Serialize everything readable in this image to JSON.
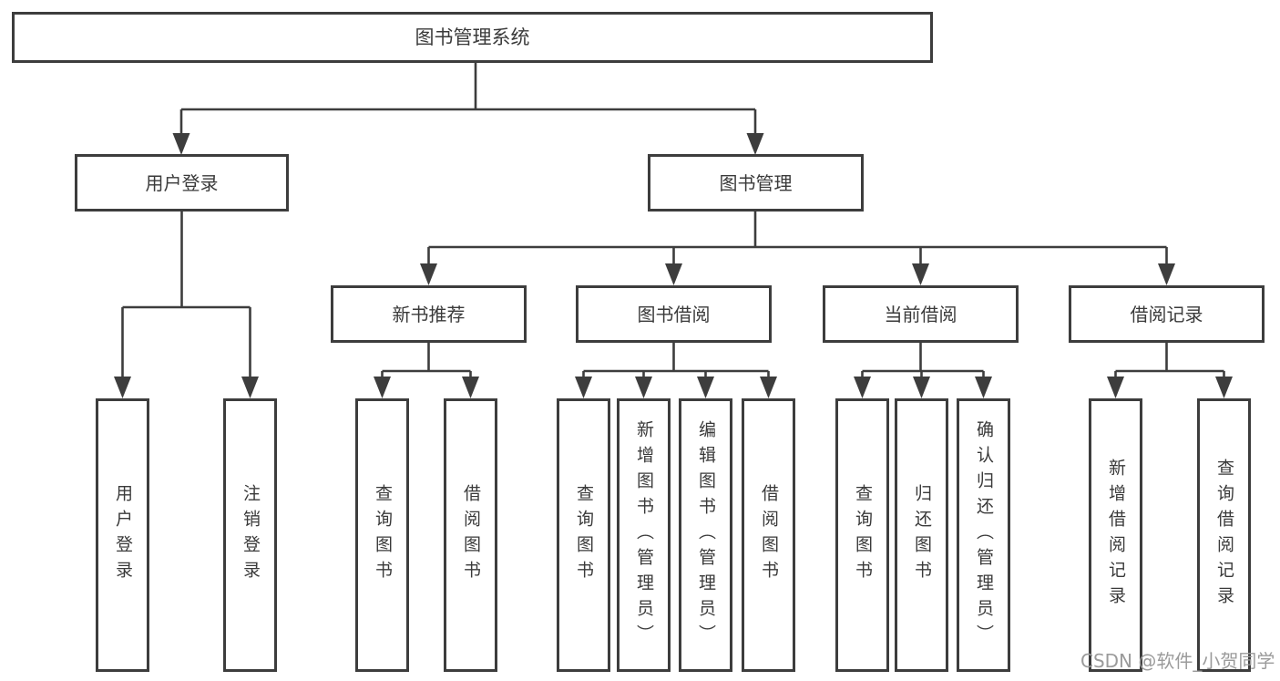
{
  "root": {
    "label": "图书管理系统"
  },
  "level2": [
    {
      "id": "user-login",
      "label": "用户登录"
    },
    {
      "id": "book-management",
      "label": "图书管理"
    }
  ],
  "level3": [
    {
      "id": "new-book-recommend",
      "label": "新书推荐"
    },
    {
      "id": "book-borrow",
      "label": "图书借阅"
    },
    {
      "id": "current-borrow",
      "label": "当前借阅"
    },
    {
      "id": "borrow-records",
      "label": "借阅记录"
    }
  ],
  "leaves": {
    "user_login": [
      "用户登录",
      "注销登录"
    ],
    "new_book_recommend": [
      "查询图书",
      "借阅图书"
    ],
    "book_borrow": [
      "查询图书",
      "新增图书（管理员）",
      "编辑图书（管理员）",
      "借阅图书"
    ],
    "current_borrow": [
      "查询图书",
      "归还图书",
      "确认归还（管理员）"
    ],
    "borrow_records": [
      "新增借阅记录",
      "查询借阅记录"
    ]
  },
  "watermark": "CSDN @软件_小贺同学",
  "colors": {
    "line": "#3d3d3d",
    "text": "#3a3a3a",
    "watermark": "#9b9b9b",
    "background": "#ffffff"
  }
}
